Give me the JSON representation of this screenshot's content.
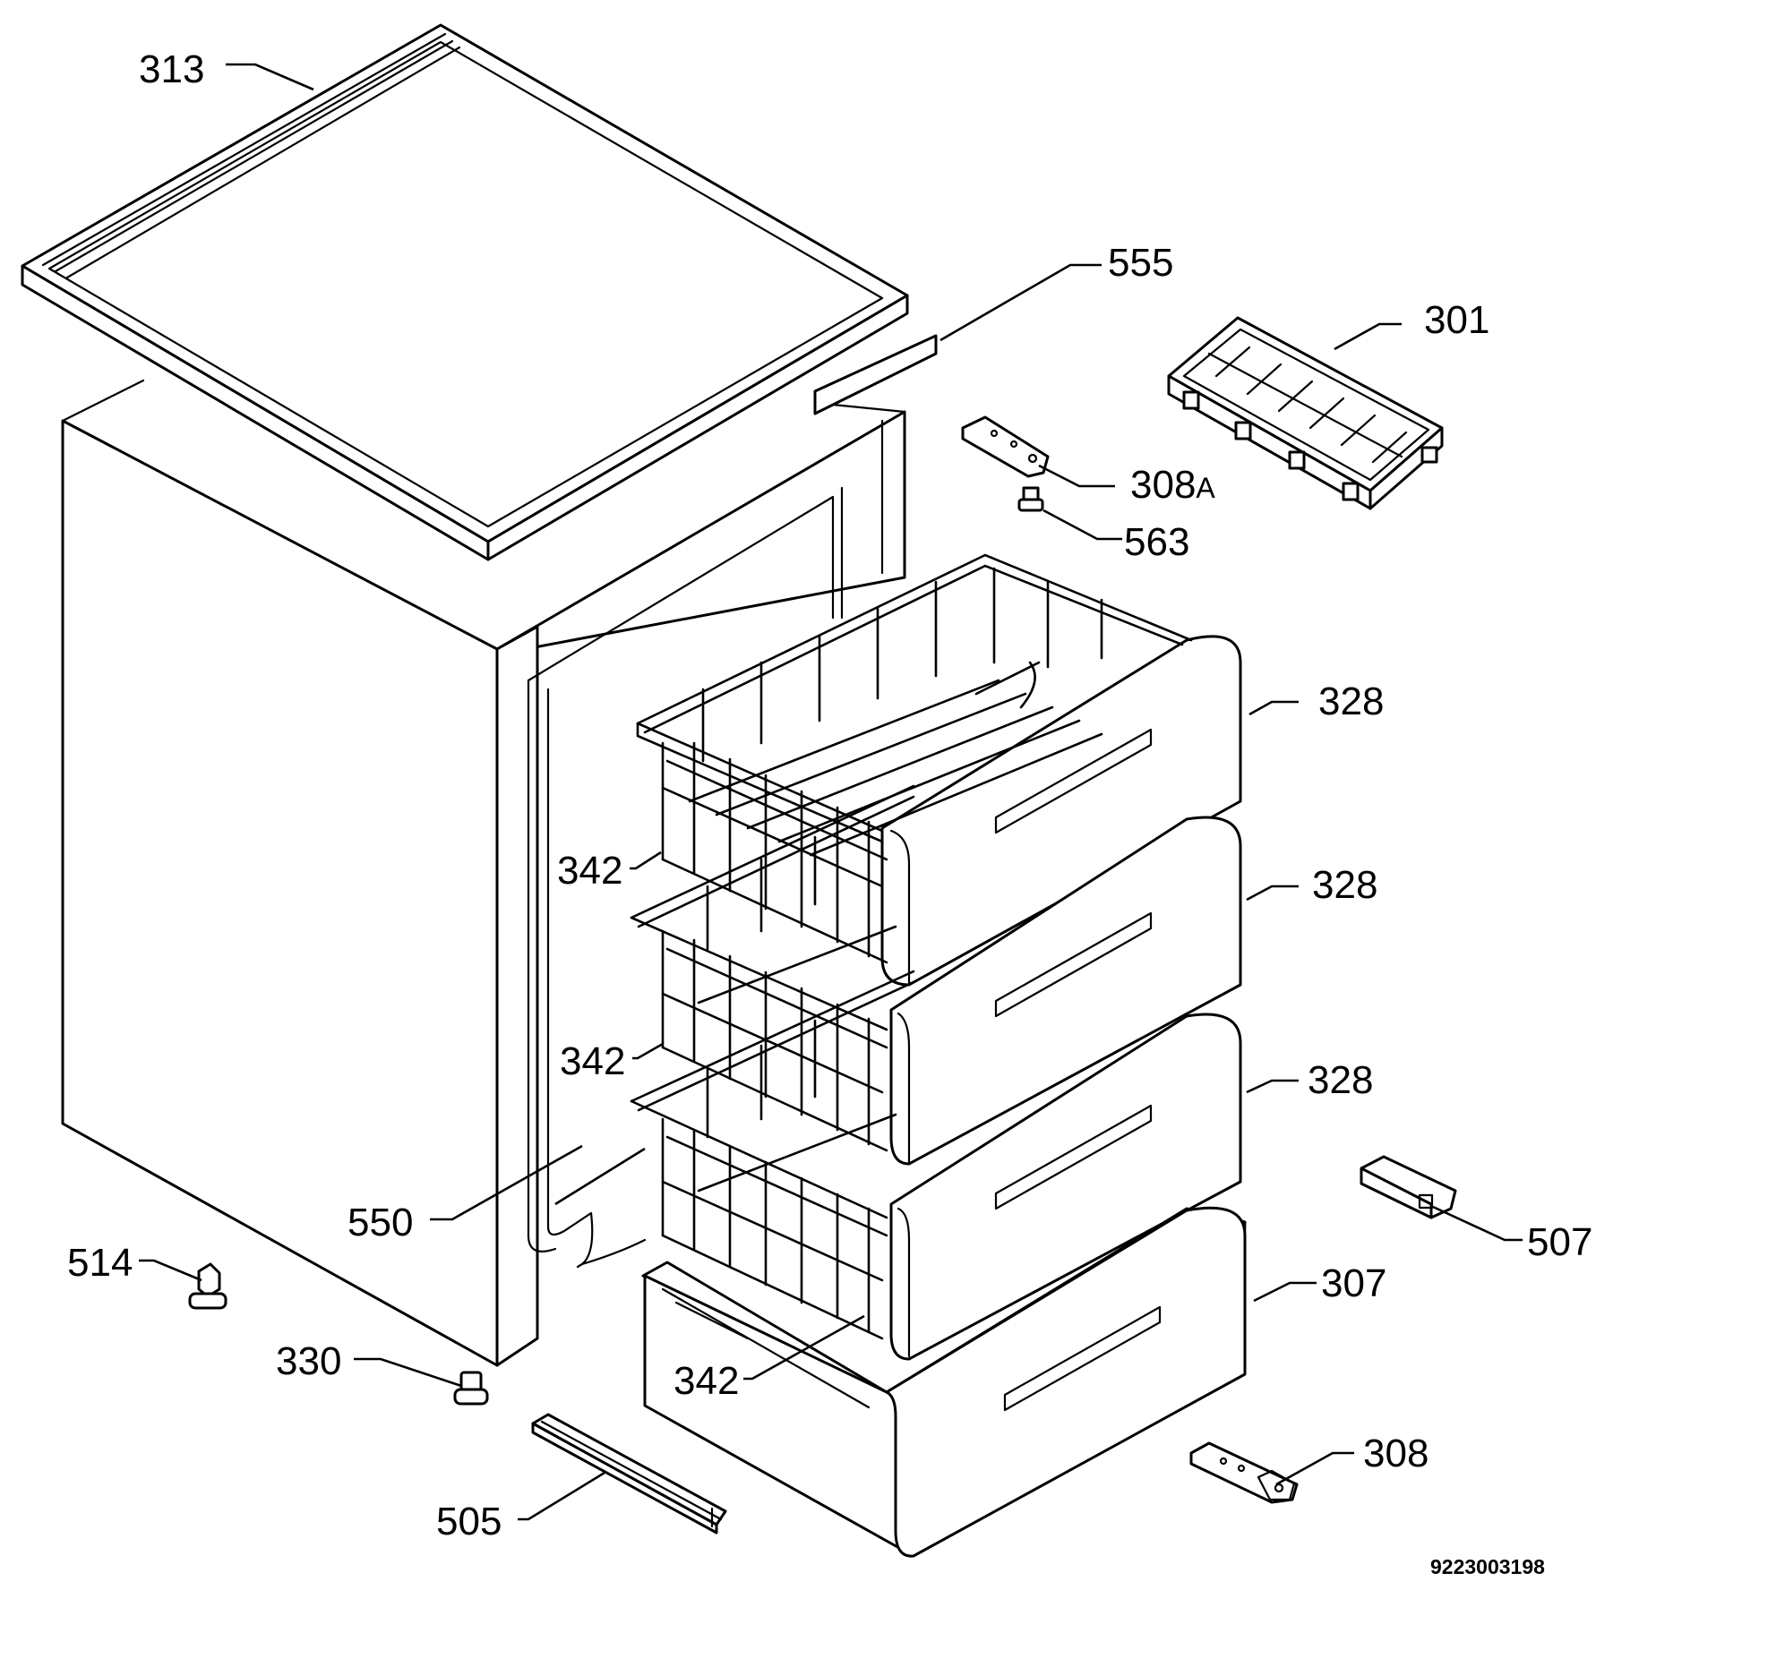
{
  "diagram": {
    "document_number": "9223003198",
    "callouts": [
      {
        "id": "313",
        "label": "313"
      },
      {
        "id": "555",
        "label": "555"
      },
      {
        "id": "301",
        "label": "301"
      },
      {
        "id": "308a",
        "label": "308",
        "suffix": "A"
      },
      {
        "id": "563",
        "label": "563"
      },
      {
        "id": "328-top",
        "label": "328"
      },
      {
        "id": "328-middle",
        "label": "328"
      },
      {
        "id": "328-bottom",
        "label": "328"
      },
      {
        "id": "342-top",
        "label": "342"
      },
      {
        "id": "342-middle",
        "label": "342"
      },
      {
        "id": "342-bottom",
        "label": "342"
      },
      {
        "id": "550",
        "label": "550"
      },
      {
        "id": "514",
        "label": "514"
      },
      {
        "id": "330",
        "label": "330"
      },
      {
        "id": "505",
        "label": "505"
      },
      {
        "id": "507",
        "label": "507"
      },
      {
        "id": "307",
        "label": "307"
      },
      {
        "id": "308",
        "label": "308"
      }
    ]
  }
}
